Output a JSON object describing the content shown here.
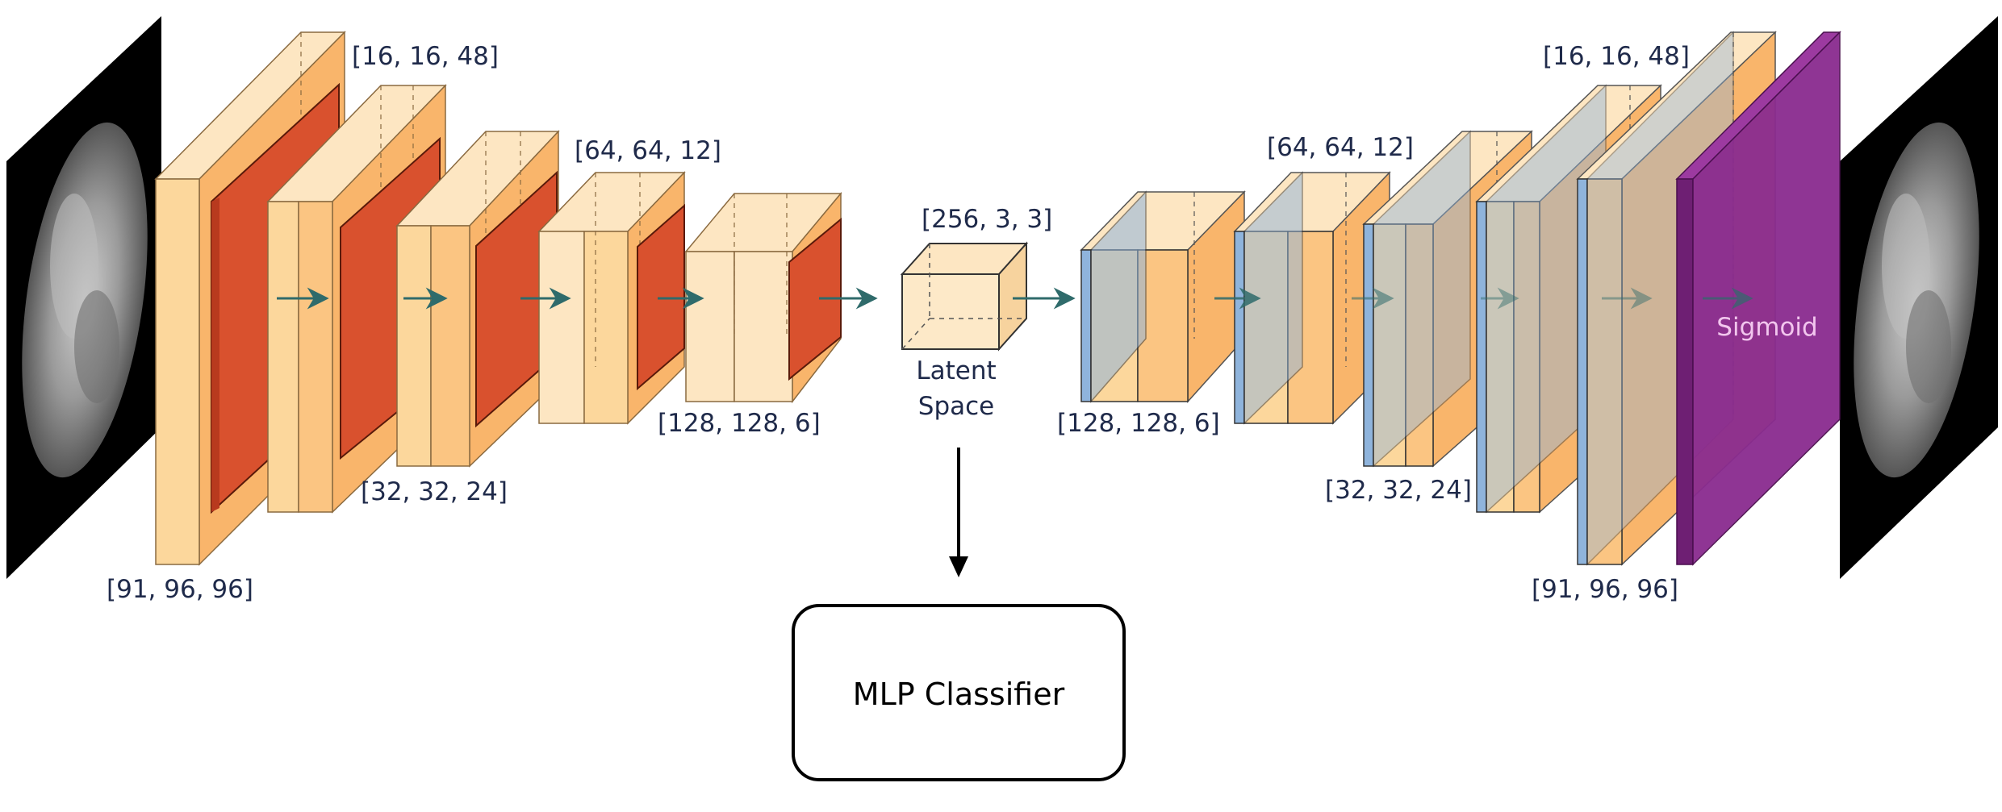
{
  "labels": {
    "enc_1": "[91, 96, 96]",
    "enc_2": "[16, 16, 48]",
    "enc_3": "[32, 32, 24]",
    "enc_4": "[64, 64, 12]",
    "enc_5": "[128, 128, 6]",
    "latent_dim": "[256, 3, 3]",
    "latent_line1": "Latent",
    "latent_line2": "Space",
    "dec_1": "[128, 128, 6]",
    "dec_2": "[64, 64, 12]",
    "dec_3": "[32, 32, 24]",
    "dec_4": "[16, 16, 48]",
    "dec_5": "[91, 96, 96]",
    "sigmoid": "Sigmoid",
    "classifier": "MLP Classifier"
  },
  "colors": {
    "pale_orange": "#fde6c2",
    "orange": "#f9b56b",
    "red": "#d9512e",
    "blue": "#8fb4dc",
    "purple": "#8a2b8f",
    "arrow": "#2f6b6b",
    "label": "#1f2a4a"
  }
}
